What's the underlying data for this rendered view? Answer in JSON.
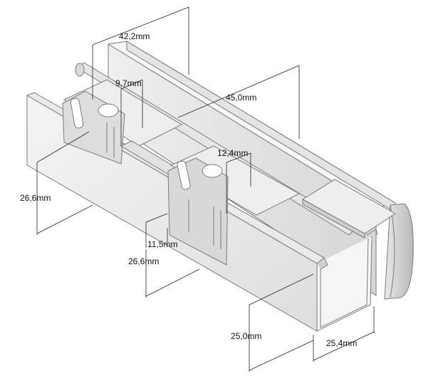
{
  "colors": {
    "metal_light": "#f2f2f2",
    "metal_mid": "#dcdcdc",
    "metal_dark": "#bdbdbd",
    "edge": "#7a7a7a",
    "dimension_line": "#222222"
  },
  "dimensions": {
    "d_42_2": "42,2mm",
    "d_9_7": "9,7mm",
    "d_45_0": "45,0mm",
    "d_12_4": "12,4mm",
    "d_26_6_left": "26,6mm",
    "d_11_5": "11,5mm",
    "d_26_6_mid": "26,6mm",
    "d_25_0": "25,0mm",
    "d_25_4": "25,4mm"
  }
}
